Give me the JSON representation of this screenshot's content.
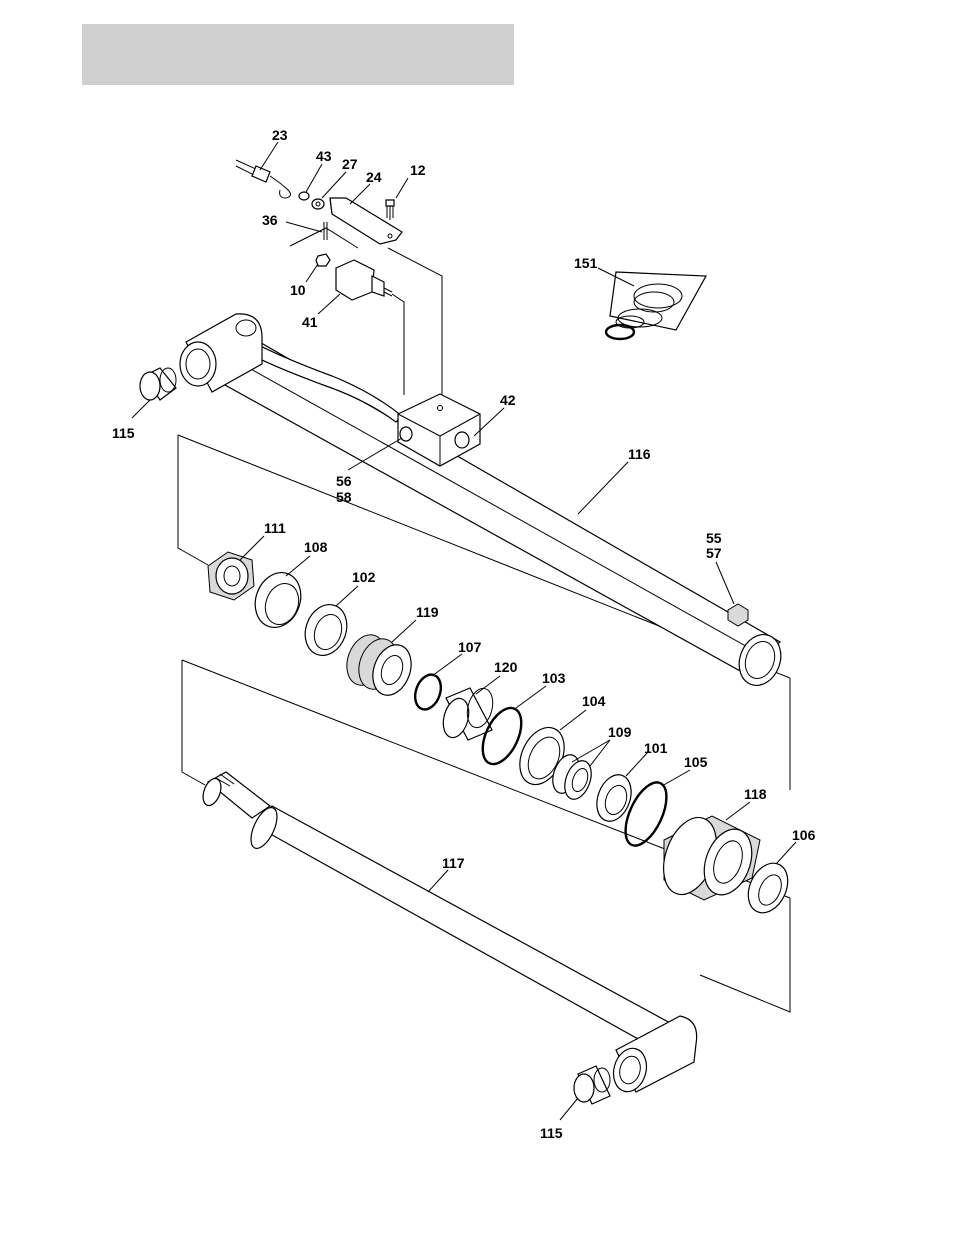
{
  "header": {
    "title": ""
  },
  "callouts": {
    "c23": "23",
    "c43": "43",
    "c27": "27",
    "c24": "24",
    "c12": "12",
    "c36": "36",
    "c10": "10",
    "c41": "41",
    "c151": "151",
    "c115a": "115",
    "c42": "42",
    "c56": "56",
    "c58": "58",
    "c116": "116",
    "c55": "55",
    "c57": "57",
    "c111": "111",
    "c108": "108",
    "c102": "102",
    "c119": "119",
    "c107": "107",
    "c120": "120",
    "c103": "103",
    "c104": "104",
    "c109": "109",
    "c101": "101",
    "c105": "105",
    "c118": "118",
    "c106": "106",
    "c117": "117",
    "c115b": "115"
  }
}
